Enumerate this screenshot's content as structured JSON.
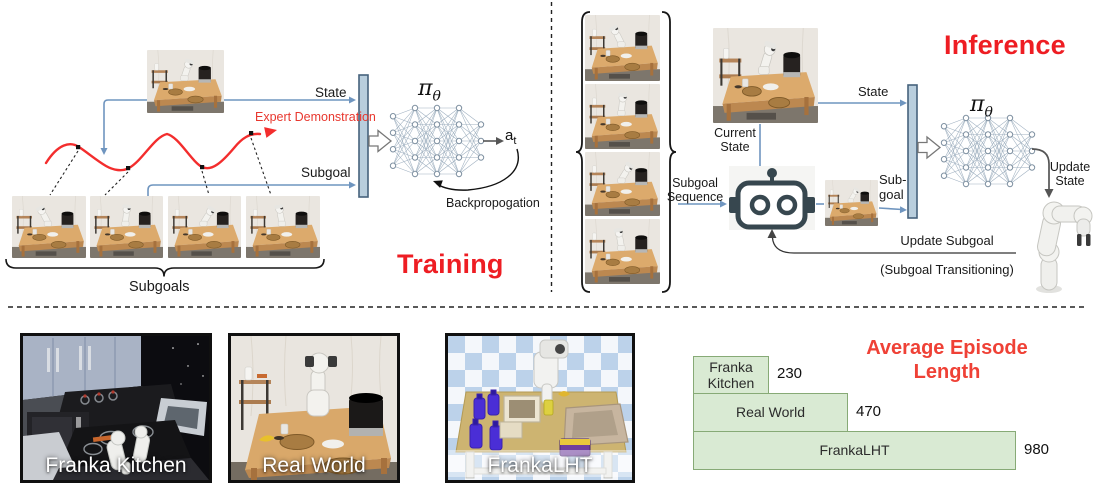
{
  "colors": {
    "accent_red": "#ee1d23",
    "chart_title_red": "#ef4136",
    "flow_blue": "#6f95bf",
    "state_bar_fill": "#b9cedd",
    "state_bar_border": "#46627c",
    "bar_fill_green": "#d9ead3",
    "bar_border_green": "#87aa76"
  },
  "training": {
    "title": "Training",
    "state_label": "State",
    "expert_demo_label": "Expert Demonstration",
    "subgoal_label": "Subgoal",
    "subgoals_label": "Subgoals",
    "policy_symbol": "π",
    "policy_subscript": "θ",
    "action_symbol": "a",
    "action_subscript": "t",
    "backprop_label": "Backpropogation"
  },
  "inference": {
    "title": "Inference",
    "subgoal_sequence_label": "Subgoal Sequence",
    "current_state_label": "Current State",
    "state_label": "State",
    "subgoal_label": "Sub-goal",
    "policy_symbol": "π",
    "policy_subscript": "θ",
    "update_state_label": "Update State",
    "update_subgoal_line1": "Update Subgoal",
    "update_subgoal_line2": "(Subgoal Transitioning)"
  },
  "environments": [
    {
      "name": "Franka Kitchen"
    },
    {
      "name": "Real World"
    },
    {
      "name": "FrankaLHT"
    }
  ],
  "chart_data": {
    "type": "bar",
    "orientation": "horizontal",
    "title": "Average Episode Length",
    "categories": [
      "Franka Kitchen",
      "Real World",
      "FrankaLHT"
    ],
    "values": [
      230,
      470,
      980
    ],
    "value_labels": [
      "230",
      "470",
      "980"
    ],
    "xlim": [
      0,
      1000
    ],
    "grid": false,
    "legend": "none"
  },
  "nn_layers": [
    4,
    5,
    5,
    5,
    3
  ]
}
